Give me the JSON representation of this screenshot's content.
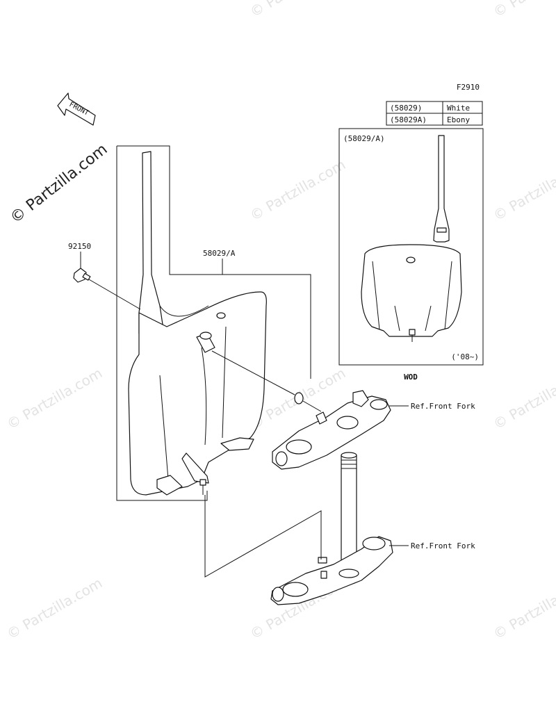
{
  "figure_code": "F2910",
  "front_label": "FRONT",
  "brand_watermark": "© Partzilla.com",
  "color_table": [
    {
      "code": "(58029)",
      "color": "White"
    },
    {
      "code": "(58029A)",
      "color": "Ebony"
    }
  ],
  "inset": {
    "label": "(58029/A)",
    "years": "('08~)",
    "caption": "WOD"
  },
  "labels": {
    "bolt": "92150",
    "plate": "58029/A",
    "ref_upper": "Ref.Front Fork",
    "ref_lower": "Ref.Front Fork"
  }
}
